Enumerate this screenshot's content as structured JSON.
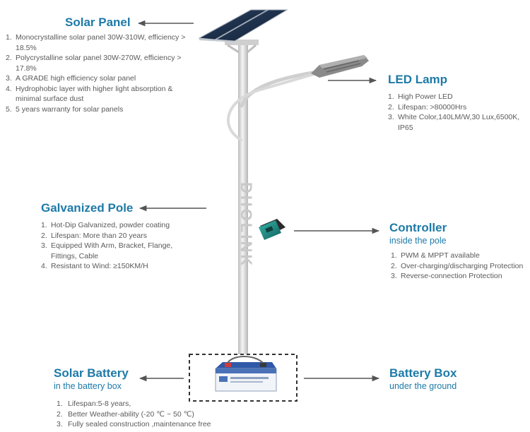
{
  "solar_panel": {
    "title": "Solar Panel",
    "items": [
      {
        "num": "1.",
        "text": "Monocrystalline solar panel 30W-310W, efficiency > 18.5%"
      },
      {
        "num": "2.",
        "text": "Polycrystalline solar panel 30W-270W, efficiency > 17.8%"
      },
      {
        "num": "3.",
        "text": "A GRADE high efficiency solar panel"
      },
      {
        "num": "4.",
        "text": "Hydrophobic layer with higher light absorption & minimal surface dust"
      },
      {
        "num": "5.",
        "text": "5 years warranty for solar panels"
      }
    ]
  },
  "led_lamp": {
    "title": "LED Lamp",
    "items": [
      {
        "num": "1.",
        "text": "High Power LED"
      },
      {
        "num": "2.",
        "text": "Lifespan: >80000Hrs"
      },
      {
        "num": "3.",
        "text": "White Color,140LM/W,30 Lux,6500K, IP65"
      }
    ]
  },
  "galvanized_pole": {
    "title": "Galvanized Pole",
    "items": [
      {
        "num": "1.",
        "text": "Hot-Dip Galvanized, powder coating"
      },
      {
        "num": "2.",
        "text": "Lifespan: More than 20 years"
      },
      {
        "num": "3.",
        "text": "Equipped With Arm, Bracket, Flange, Fittings, Cable"
      },
      {
        "num": "4.",
        "text": "Resistant to Wind: ≥150KM/H"
      }
    ]
  },
  "controller": {
    "title": "Controller",
    "subtitle": "inside the pole",
    "items": [
      {
        "num": "1.",
        "text": "PWM & MPPT available"
      },
      {
        "num": "2.",
        "text": "Over-charging/discharging Protection"
      },
      {
        "num": "3.",
        "text": "Reverse-connection Protection"
      }
    ]
  },
  "solar_battery": {
    "title": "Solar Battery",
    "subtitle": "in the battery box",
    "items": [
      {
        "num": "1.",
        "text": "Lifespan:5-8 years,"
      },
      {
        "num": "2.",
        "text": "Better Weather-ability (-20 ℃ ~ 50 ℃)"
      },
      {
        "num": "3.",
        "text": "Fully sealed construction ,maintenance free"
      }
    ]
  },
  "battery_box": {
    "title": "Battery Box",
    "subtitle": "under the ground"
  },
  "pole_watermark": "DHOLINK",
  "colors": {
    "heading": "#1e7aa8",
    "text": "#5a5a5a",
    "arrow": "#555555",
    "pole": "#d8d8d8",
    "panel": "#1c2f4a",
    "controller": "#1f8a84",
    "battery": "#4a72b8"
  }
}
